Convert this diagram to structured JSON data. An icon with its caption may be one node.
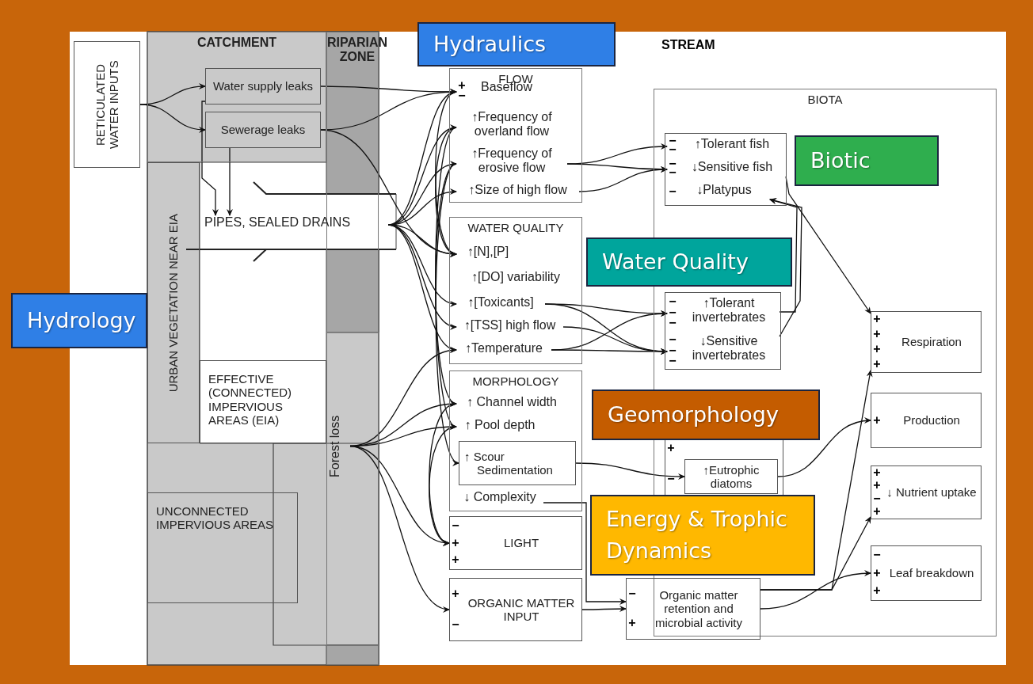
{
  "diagram": {
    "nodes": [
      {
        "text": [
          "RETICULATED WATER INPUTS"
        ]
      },
      {
        "text": [
          "CATCHMENT"
        ]
      },
      {
        "text": [
          "Water supply leaks"
        ],
        "in": 1
      },
      {
        "text": [
          "Sewerage leaks"
        ],
        "in": 1
      },
      {
        "text": [
          "RIPARIAN ZONE"
        ]
      },
      {
        "text": [
          "PIPES, SEALED DRAINS"
        ]
      },
      {
        "text": [
          "URBAN VEGETATION NEAR EIA"
        ]
      },
      {
        "text": [
          "EFFECTIVE (CONNECTED) IMPERVIOUS AREAS (EIA)"
        ]
      },
      {
        "text": [
          "UNCONNECTED IMPERVIOUS AREAS"
        ]
      },
      {
        "text": [
          "Forest loss"
        ],
        "in": 4
      },
      {
        "text": [
          "FLOW"
        ]
      },
      {
        "text": [
          "Baseflow"
        ],
        "in": 10,
        "beside": [
          "+",
          "−"
        ]
      },
      {
        "text": [
          "↑Frequency of overland flow"
        ],
        "in": 10
      },
      {
        "text": [
          "↑Frequency of erosive flow"
        ],
        "in": 10
      },
      {
        "text": [
          "↑Size of high flow"
        ],
        "in": 10
      },
      {
        "text": [
          "WATER QUALITY"
        ]
      },
      {
        "text": [
          "↑[N],[P]"
        ],
        "in": 15
      },
      {
        "text": [
          "↑[DO] variability"
        ],
        "in": 15
      },
      {
        "text": [
          "↑[Toxicants]"
        ],
        "in": 15
      },
      {
        "text": [
          "↑[TSS] high flow"
        ],
        "in": 15
      },
      {
        "text": [
          "↑Temperature"
        ],
        "in": 15
      },
      {
        "text": [
          "MORPHOLOGY"
        ]
      },
      {
        "text": [
          "↑ Channel width"
        ],
        "in": 21
      },
      {
        "text": [
          "↑ Pool depth"
        ],
        "in": 21
      },
      {
        "text": [
          "↑ Scour",
          "Sedimentation"
        ],
        "in": 21
      },
      {
        "text": [
          "↓ Complexity"
        ],
        "in": 21
      },
      {
        "text": [
          "−",
          "+",
          "+",
          "LIGHT"
        ]
      },
      {
        "text": [
          "+",
          "−",
          "ORGANIC MATTER INPUT"
        ]
      },
      {
        "text": [
          "BIOTA"
        ]
      },
      {
        "text": [],
        "shape": "box",
        "in": 28
      },
      {
        "text": [
          "↑Tolerant fish"
        ],
        "in": 29,
        "beside": [
          "−",
          "−"
        ]
      },
      {
        "text": [
          "↓Sensitive fish"
        ],
        "in": 29,
        "beside": [
          "−",
          "−"
        ]
      },
      {
        "text": [
          "↓Platypus"
        ],
        "in": 29,
        "beside": [
          "−"
        ]
      },
      {
        "text": [],
        "shape": "box",
        "in": 28
      },
      {
        "text": [
          "↑Tolerant invertebrates"
        ],
        "in": 33,
        "beside": [
          "−",
          "−",
          "−"
        ]
      },
      {
        "text": [
          "↓Sensitive invertebrates"
        ],
        "in": 33,
        "beside": [
          "−",
          "−",
          "−"
        ]
      },
      {
        "text": [
          "+",
          "−"
        ],
        "in": 28
      },
      {
        "text": [
          "↑Eutrophic diatoms"
        ],
        "in": 36
      },
      {
        "text": [
          "−",
          "+",
          "Organic matter retention and microbial activity"
        ]
      },
      {
        "text": [
          "+",
          "+",
          "+",
          "+",
          "Respiration"
        ],
        "in": 28
      },
      {
        "text": [
          "+",
          "Production"
        ],
        "in": 28
      },
      {
        "text": [
          "+",
          "+",
          "−",
          "+",
          "↓ Nutrient uptake"
        ],
        "in": 28
      },
      {
        "text": [
          "−",
          "+",
          "+",
          "Leaf breakdown"
        ],
        "in": 28
      },
      {
        "text": [
          "Hydraulics"
        ]
      },
      {
        "text": [
          "Biotic"
        ],
        "in": 28
      },
      {
        "text": [
          "Water Quality"
        ]
      },
      {
        "text": [
          "Hydrology"
        ]
      },
      {
        "text": [
          "Geomorphology"
        ]
      },
      {
        "text": [
          "Energy & Trophic Dynamics"
        ]
      }
    ],
    "edges": [
      {
        "from": 0,
        "to": 2,
        "arrow": "to"
      },
      {
        "from": 0,
        "to": 3,
        "arrow": "to"
      },
      {
        "from": 2,
        "to": 11,
        "arrow": "to"
      },
      {
        "from": 3,
        "to": 11,
        "arrow": "to"
      },
      {
        "from": 3,
        "to": 16,
        "arrow": "to"
      },
      {
        "from": 2,
        "to": 5,
        "arrow": "to"
      },
      {
        "from": 3,
        "to": 5,
        "arrow": "to"
      },
      {
        "from": 5,
        "to": 11,
        "arrow": "to"
      },
      {
        "from": 5,
        "to": 12,
        "arrow": "to"
      },
      {
        "from": 5,
        "to": 13,
        "arrow": "to"
      },
      {
        "from": 5,
        "to": 14,
        "arrow": "to"
      },
      {
        "from": 5,
        "to": 16,
        "arrow": "to"
      },
      {
        "from": 5,
        "to": 18,
        "arrow": "to"
      },
      {
        "from": 5,
        "to": 19,
        "arrow": "to"
      },
      {
        "from": 5,
        "to": 20,
        "arrow": "to"
      },
      {
        "from": 9,
        "to": 20,
        "arrow": "to"
      },
      {
        "from": 9,
        "to": 22,
        "arrow": "to"
      },
      {
        "from": 9,
        "to": 23,
        "arrow": "to"
      },
      {
        "from": 9,
        "to": 26,
        "arrow": "to"
      },
      {
        "from": 9,
        "to": 27,
        "arrow": "to"
      },
      {
        "from": 11,
        "to": 16,
        "arrow": "to"
      },
      {
        "from": 12,
        "to": 16,
        "arrow": "to"
      },
      {
        "from": 13,
        "to": 30,
        "arrow": "to"
      },
      {
        "from": 13,
        "to": 31,
        "arrow": "to"
      },
      {
        "from": 14,
        "to": 31,
        "arrow": "to"
      },
      {
        "from": 13,
        "to": 22,
        "arrow": "to"
      },
      {
        "from": 13,
        "to": 24,
        "arrow": "to"
      },
      {
        "from": 12,
        "to": 23,
        "arrow": "to"
      },
      {
        "from": 18,
        "to": 34,
        "arrow": "to"
      },
      {
        "from": 18,
        "to": 35,
        "arrow": "to"
      },
      {
        "from": 19,
        "to": 35,
        "arrow": "to"
      },
      {
        "from": 20,
        "to": 34,
        "arrow": "to"
      },
      {
        "from": 20,
        "to": 35,
        "arrow": "to"
      },
      {
        "from": 24,
        "to": 37,
        "arrow": "to"
      },
      {
        "from": 25,
        "to": 38,
        "arrow": "to"
      },
      {
        "from": 23,
        "to": 26,
        "arrow": "to"
      },
      {
        "from": 22,
        "to": 26,
        "arrow": "to"
      },
      {
        "from": 27,
        "to": 38,
        "arrow": "to"
      },
      {
        "from": 38,
        "to": 39,
        "arrow": "to"
      },
      {
        "from": 38,
        "to": 41,
        "arrow": "to"
      },
      {
        "from": 38,
        "to": 42,
        "arrow": "to"
      },
      {
        "from": 37,
        "to": 40,
        "arrow": "to"
      },
      {
        "from": 31,
        "to": 39,
        "arrow": "to"
      },
      {
        "from": 35,
        "to": 32,
        "arrow": "to"
      },
      {
        "from": 34,
        "to": 32,
        "arrow": "to"
      }
    ],
    "labels": [
      "STREAM"
    ]
  }
}
